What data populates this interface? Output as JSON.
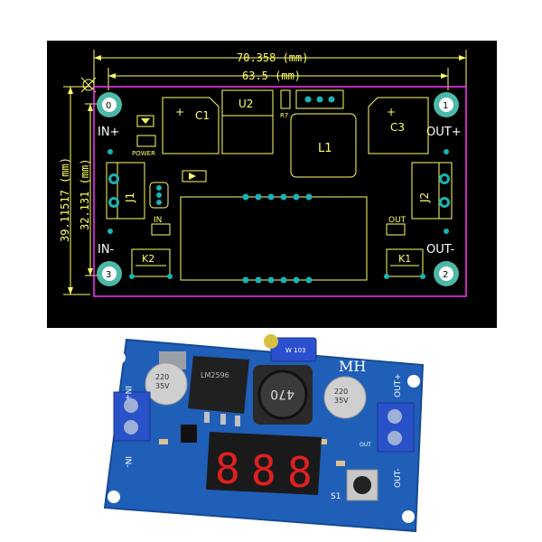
{
  "layout": {
    "dim_width_total": "70.358 (mm)",
    "dim_width_holes": "63.5 (mm)",
    "dim_height_total": "39.11517 (mm)",
    "dim_height_holes": "32.131 (mm)",
    "holes": [
      "0",
      "1",
      "2",
      "3"
    ],
    "labels": {
      "in_plus": "IN+",
      "in_minus": "IN-",
      "out_plus": "OUT+",
      "out_minus": "OUT-",
      "c1": "C1",
      "c3": "C3",
      "u2": "U2",
      "l1": "L1",
      "j1": "J1",
      "j2": "J2",
      "k1": "K1",
      "k2": "K2",
      "r7": "R7",
      "power": "POWER",
      "in": "IN",
      "out": "OUT",
      "plus_c1": "+",
      "plus_c3": "+"
    },
    "colors": {
      "background": "#000000",
      "outline": "#ff33ff",
      "silk": "#ffff66",
      "pad": "#1ab3b3",
      "hole": "#4db8a8"
    }
  },
  "photo": {
    "brand": "MH",
    "pot_marking": "W 103",
    "ic_marking": "LM2596",
    "cap_left": [
      "220",
      "35V"
    ],
    "cap_right": [
      "220",
      "35V"
    ],
    "inductor": "470",
    "display_digits": [
      "8",
      "8",
      "8"
    ],
    "label_in_plus": "IN+",
    "label_in_minus": "IN-",
    "label_out_plus": "OUT+",
    "label_out_minus": "OUT-",
    "label_s1": "S1",
    "label_out_small": "OUT",
    "colors": {
      "board": "#1f5fb8",
      "display": "#1a1a1a",
      "segment": "#e02020",
      "terminal": "#2a52c8"
    }
  }
}
